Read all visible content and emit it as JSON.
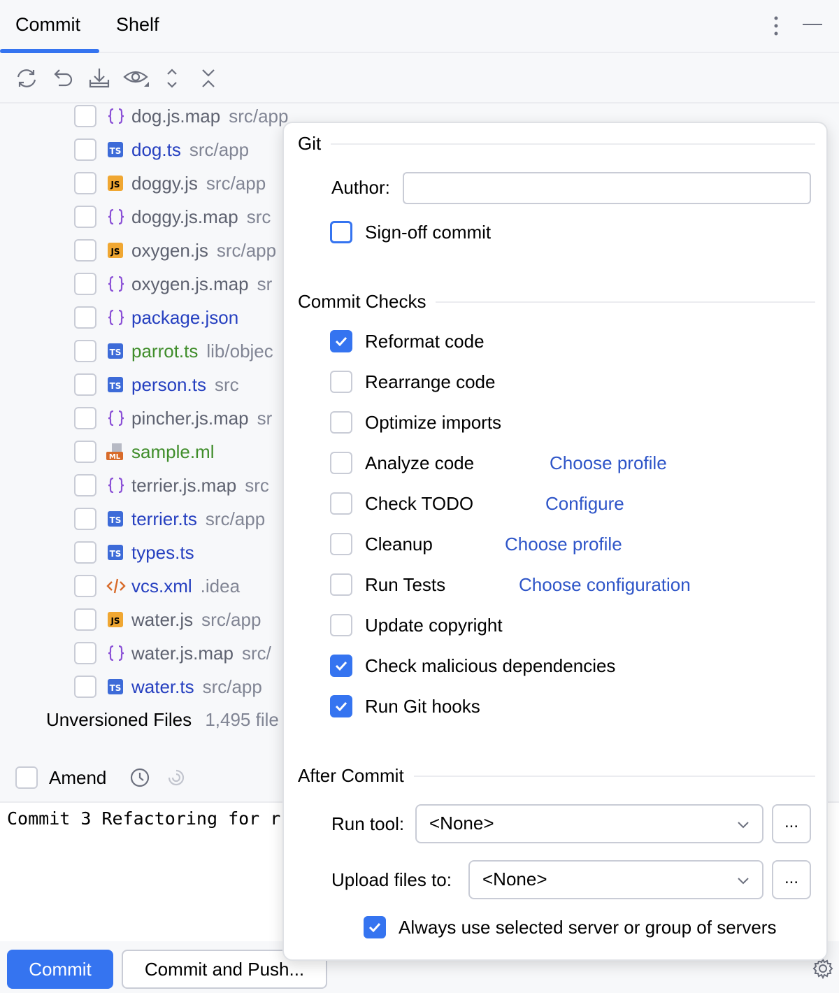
{
  "tabs": [
    {
      "label": "Commit",
      "active": true
    },
    {
      "label": "Shelf",
      "active": false
    }
  ],
  "toolbar": [
    "refresh-icon",
    "rollback-icon",
    "update-icon",
    "view-options-icon",
    "expand-all-icon",
    "collapse-all-icon"
  ],
  "files": [
    {
      "name": "dog.js.map",
      "path": "src/app",
      "type": "map",
      "color": "gray"
    },
    {
      "name": "dog.ts",
      "path": "src/app",
      "type": "ts",
      "color": "blue"
    },
    {
      "name": "doggy.js",
      "path": "src/app",
      "type": "js",
      "color": "gray"
    },
    {
      "name": "doggy.js.map",
      "path": "src",
      "type": "map",
      "color": "gray"
    },
    {
      "name": "oxygen.js",
      "path": "src/app",
      "type": "js",
      "color": "gray"
    },
    {
      "name": "oxygen.js.map",
      "path": "sr",
      "type": "map",
      "color": "gray"
    },
    {
      "name": "package.json",
      "path": "",
      "type": "map",
      "color": "blue"
    },
    {
      "name": "parrot.ts",
      "path": "lib/objec",
      "type": "ts",
      "color": "green"
    },
    {
      "name": "person.ts",
      "path": "src",
      "type": "ts",
      "color": "blue"
    },
    {
      "name": "pincher.js.map",
      "path": "sr",
      "type": "map",
      "color": "gray"
    },
    {
      "name": "sample.ml",
      "path": "",
      "type": "ml",
      "color": "green"
    },
    {
      "name": "terrier.js.map",
      "path": "src",
      "type": "map",
      "color": "gray"
    },
    {
      "name": "terrier.ts",
      "path": "src/app",
      "type": "ts",
      "color": "blue"
    },
    {
      "name": "types.ts",
      "path": "",
      "type": "ts",
      "color": "blue"
    },
    {
      "name": "vcs.xml",
      "path": ".idea",
      "type": "xml",
      "color": "blue"
    },
    {
      "name": "water.js",
      "path": "src/app",
      "type": "js",
      "color": "gray"
    },
    {
      "name": "water.js.map",
      "path": "src/",
      "type": "map",
      "color": "gray"
    },
    {
      "name": "water.ts",
      "path": "src/app",
      "type": "ts",
      "color": "blue"
    }
  ],
  "unversioned": {
    "label": "Unversioned Files",
    "count": "1,495 file"
  },
  "amend": {
    "label": "Amend",
    "checked": false
  },
  "commit_message": "Commit 3 Refactoring for r",
  "buttons": {
    "commit": "Commit",
    "commit_push": "Commit and Push..."
  },
  "popup": {
    "git_section": "Git",
    "author_label": "Author:",
    "author_value": "",
    "signoff": {
      "label": "Sign-off commit",
      "checked": false
    },
    "checks_section": "Commit Checks",
    "checks": [
      {
        "label": "Reformat code",
        "checked": true,
        "link": ""
      },
      {
        "label": "Rearrange code",
        "checked": false,
        "link": ""
      },
      {
        "label": "Optimize imports",
        "checked": false,
        "link": ""
      },
      {
        "label": "Analyze code",
        "checked": false,
        "link": "Choose profile"
      },
      {
        "label": "Check TODO",
        "checked": false,
        "link": "Configure"
      },
      {
        "label": "Cleanup",
        "checked": false,
        "link": "Choose profile"
      },
      {
        "label": "Run Tests",
        "checked": false,
        "link": "Choose configuration"
      },
      {
        "label": "Update copyright",
        "checked": false,
        "link": ""
      },
      {
        "label": "Check malicious dependencies",
        "checked": true,
        "link": ""
      },
      {
        "label": "Run Git hooks",
        "checked": true,
        "link": ""
      }
    ],
    "after_section": "After Commit",
    "run_tool_label": "Run tool:",
    "run_tool_value": "<None>",
    "upload_label": "Upload files to:",
    "upload_value": "<None>",
    "more_label": "...",
    "always_use": {
      "label": "Always use selected server or group of servers",
      "checked": true
    }
  },
  "colors": {
    "accent": "#3574f0",
    "link": "#2e55c8",
    "ts": "#3d6bd8",
    "js": "#f0a732",
    "json": "#8a4fd6",
    "xml": "#d86b2a",
    "ml": "#d86b2a"
  }
}
